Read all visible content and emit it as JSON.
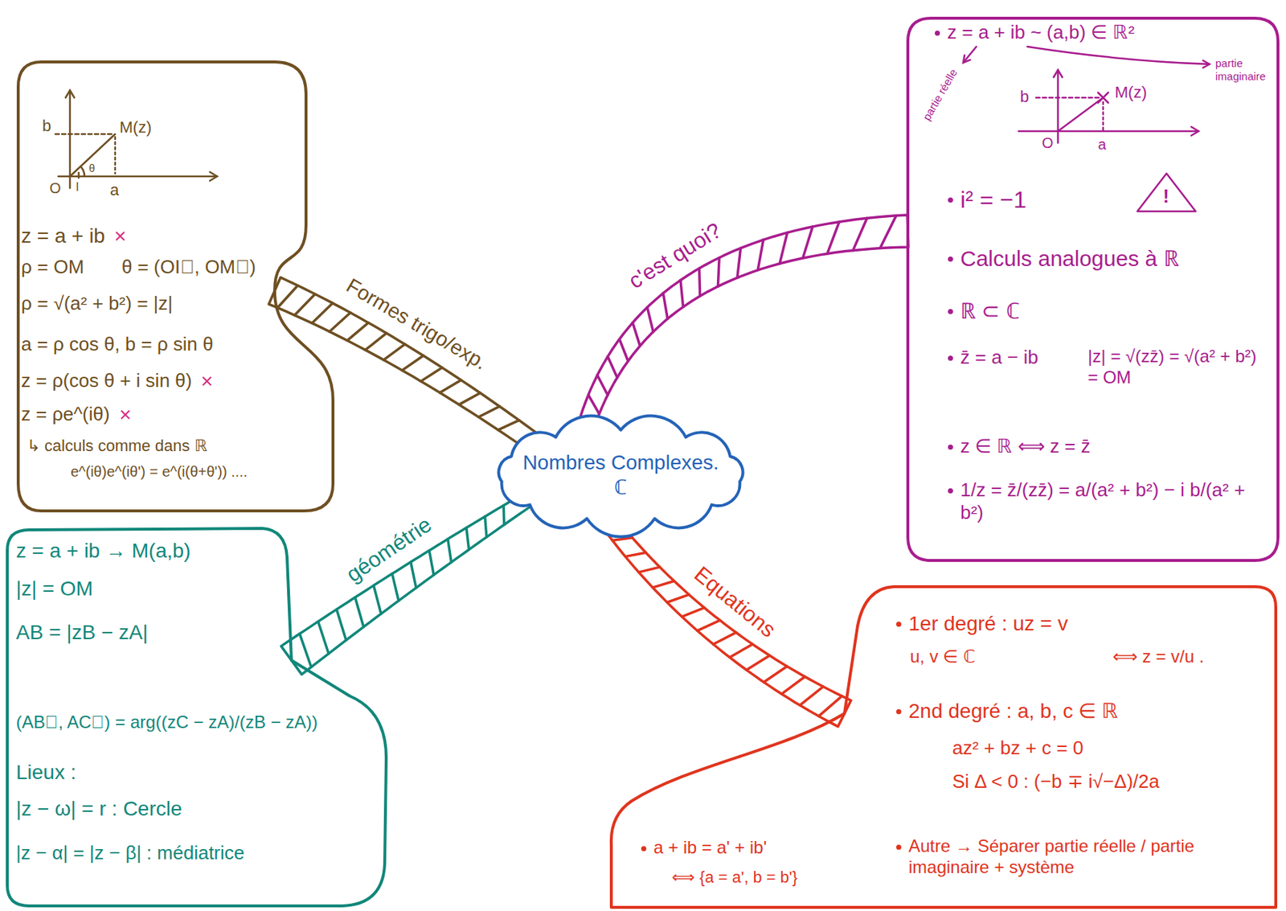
{
  "diagram": {
    "nodes": [
      {
        "text": [
          "z = a + ib",
          "ρ = OM",
          "θ = (OI⃗, OM⃗)",
          "ρ = √(a² + b²) = |z|",
          "a = ρ cos θ, b = ρ sin θ",
          "z = ρ(cos θ + i sin θ)",
          "z = ρe^(iθ)",
          "↳ calculs comme dans ℝ",
          "e^(iθ)e^(iθ') = e^(i(θ+θ')) ...."
        ]
      },
      {
        "text": [
          "z = a + ib ~ (a,b) ∈ ℝ²",
          "i² = −1",
          "Calculs analogues à ℝ",
          "ℝ ⊂ ℂ",
          "z̄ = a − ib",
          "|z| = √(zz̄) = √(a² + b²) = OM",
          "z ∈ ℝ ⟺ z = z̄",
          "1/z = z̄/(zz̄) = a/(a² + b²) − i b/(a² + b²)"
        ]
      },
      {
        "text": [
          "Nombres Complexes. ℂ"
        ]
      },
      {
        "text": [
          "z = a + ib → M(a,b)",
          "|z| = OM",
          "AB = |zB − zA|",
          "(AB⃗, AC⃗) = arg((zC − zA)/(zB − zA))",
          "Lieux :",
          "|z − ω| = r : Cercle",
          "|z − α| = |z − β| : médiatrice"
        ]
      },
      {
        "text": [
          "1er degré : uz = v",
          "u, v ∈ ℂ",
          "⟺ z = v/u .",
          "2nd degré : a, b, c ∈ ℝ",
          "az² + bz + c = 0",
          "Si Δ < 0 : (−b ∓ i√−Δ)/2a",
          "a + ib = a' + ib'",
          "⟺ {a = a', b = b'}",
          "Autre → Séparer partie réelle / partie imaginaire + système"
        ]
      }
    ],
    "edges": [
      {
        "from": 2,
        "to": 0,
        "arrow": "none",
        "label": "Formes trigo/exp."
      },
      {
        "from": 2,
        "to": 1,
        "arrow": "none",
        "label": "c'est quoi?"
      },
      {
        "from": 2,
        "to": 3,
        "arrow": "none",
        "label": "géométrie"
      },
      {
        "from": 2,
        "to": 4,
        "arrow": "none",
        "label": "Equations"
      }
    ],
    "labels": [
      "b",
      "M(z)",
      "O",
      "I",
      "a",
      "θ",
      "partie réelle",
      "partie imaginaire",
      "b",
      "M(z)",
      "O",
      "a",
      "!"
    ]
  }
}
